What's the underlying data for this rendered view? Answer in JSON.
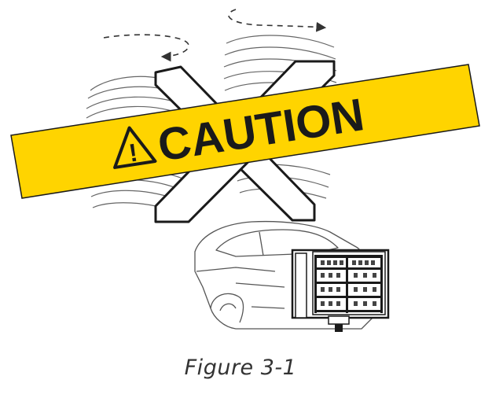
{
  "caption": "Figure 3-1",
  "banner": {
    "text": "CAUTION",
    "symbol": "!"
  },
  "colors": {
    "banner_yellow": "#FFD400",
    "ink": "#1a1a1a",
    "line": "#555555"
  },
  "icons": [
    "warning-triangle-icon",
    "rotation-arrow-icon",
    "x-cross-mark"
  ]
}
